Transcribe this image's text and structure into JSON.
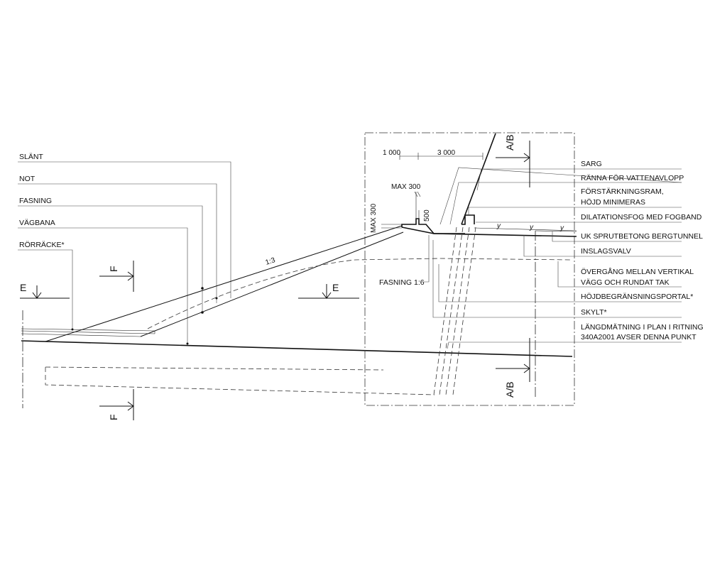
{
  "labels_left": {
    "slant": "SLÄNT",
    "not": "NOT",
    "fasning": "FASNING",
    "vagbana": "VÄGBANA",
    "rorracke": "RÖRRÄCKE*"
  },
  "labels_right": {
    "sarg": "SARG",
    "ranna": "RÄNNA FÖR VATTENAVLOPP",
    "forstarkning_1": "FÖRSTÄRKNINGSRAM,",
    "forstarkning_2": "HÖJD MINIMERAS",
    "dilatation": "DILATATIONSFOG MED FOGBAND",
    "uk_sprutbetong": "UK SPRUTBETONG BERGTUNNEL",
    "inslagsvalv": "INSLAGSVALV",
    "overgang_1": "ÖVERGÅNG MELLAN VERTIKAL",
    "overgang_2": "VÄGG OCH RUNDAT TAK",
    "hojdbegransning": "HÖJDBEGRÄNSNINGSPORTAL*",
    "skylt": "SKYLT*",
    "langdmatning_1": "LÄNGDMÄTNING I PLAN I RITNING",
    "langdmatning_2": "340A2001 AVSER DENNA PUNKT"
  },
  "dimensions": {
    "dim_1000": "1 000",
    "dim_3000": "3 000",
    "max300_h": "MAX 300",
    "max300_v": "MAX 300",
    "dim_500": "500",
    "slope": "1:3",
    "fasning_slope": "FASNING 1:6"
  },
  "section_marks": {
    "e_left": "E",
    "e_right": "E",
    "f_top": "F",
    "f_bottom": "F",
    "ab_top": "A/B",
    "ab_bottom": "A/B"
  },
  "symbols": {
    "y1": "y",
    "y2": "y",
    "y3": "y"
  }
}
